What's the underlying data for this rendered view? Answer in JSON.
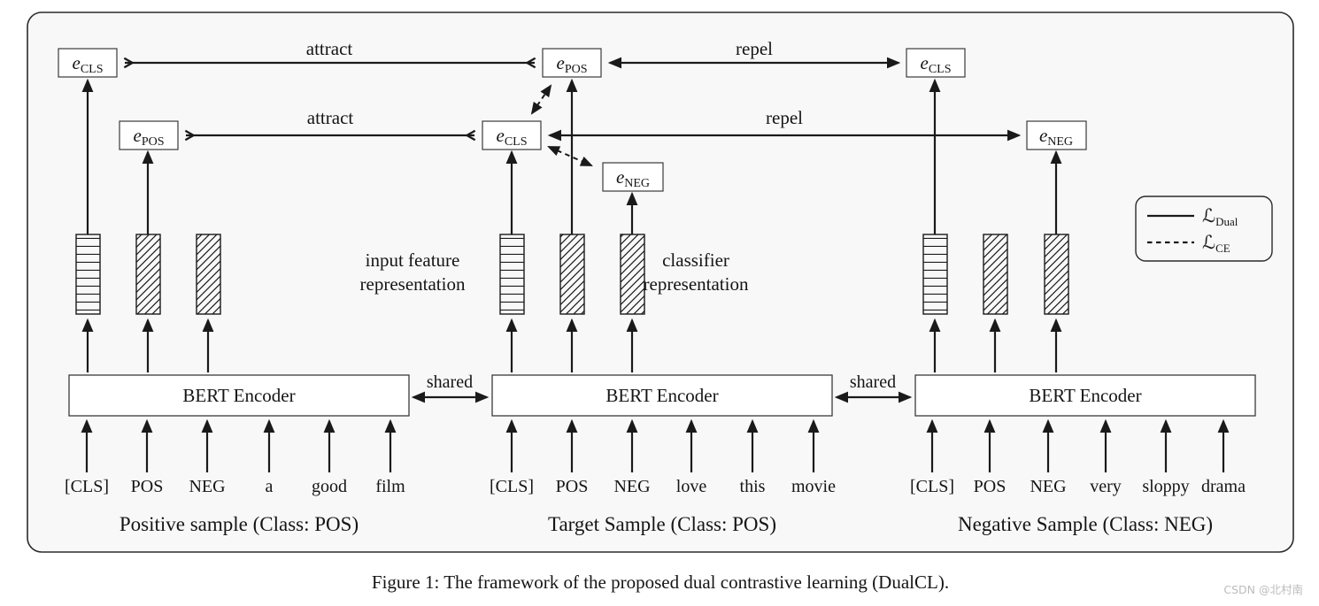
{
  "figure": {
    "caption": "Figure 1: The framework of the proposed dual contrastive learning (DualCL).",
    "watermark": "CSDN @北村南"
  },
  "relations": {
    "attract_top": "attract",
    "attract_mid": "attract",
    "repel_top": "repel",
    "repel_mid": "repel"
  },
  "shared": {
    "left": "shared",
    "right": "shared"
  },
  "annotations": {
    "input_feature_line1": "input feature",
    "input_feature_line2": "representation",
    "classifier_line1": "classifier",
    "classifier_line2": "representation"
  },
  "embeddings": {
    "left_ecls": {
      "base": "e",
      "sub": "CLS"
    },
    "left_epos": {
      "base": "e",
      "sub": "POS"
    },
    "center_epos": {
      "base": "e",
      "sub": "POS"
    },
    "center_ecls": {
      "base": "e",
      "sub": "CLS"
    },
    "center_eneg": {
      "base": "e",
      "sub": "NEG"
    },
    "right_ecls": {
      "base": "e",
      "sub": "CLS"
    },
    "right_eneg": {
      "base": "e",
      "sub": "NEG"
    }
  },
  "legend": {
    "dual": {
      "symbol": "ℒ",
      "sub": "Dual"
    },
    "ce": {
      "symbol": "ℒ",
      "sub": "CE"
    }
  },
  "groups": [
    {
      "encoder": "BERT Encoder",
      "tokens": [
        "[CLS]",
        "POS",
        "NEG",
        "a",
        "good",
        "film"
      ],
      "caption": "Positive sample (Class: POS)"
    },
    {
      "encoder": "BERT Encoder",
      "tokens": [
        "[CLS]",
        "POS",
        "NEG",
        "love",
        "this",
        "movie"
      ],
      "caption": "Target Sample (Class: POS)"
    },
    {
      "encoder": "BERT Encoder",
      "tokens": [
        "[CLS]",
        "POS",
        "NEG",
        "very",
        "sloppy",
        "drama"
      ],
      "caption": "Negative Sample (Class: NEG)"
    }
  ],
  "colors": {
    "line": "#1a1a1a",
    "panel_bg": "#f8f8f8",
    "box_fill": "#ffffff",
    "watermark_text": "#bcbcbc"
  }
}
